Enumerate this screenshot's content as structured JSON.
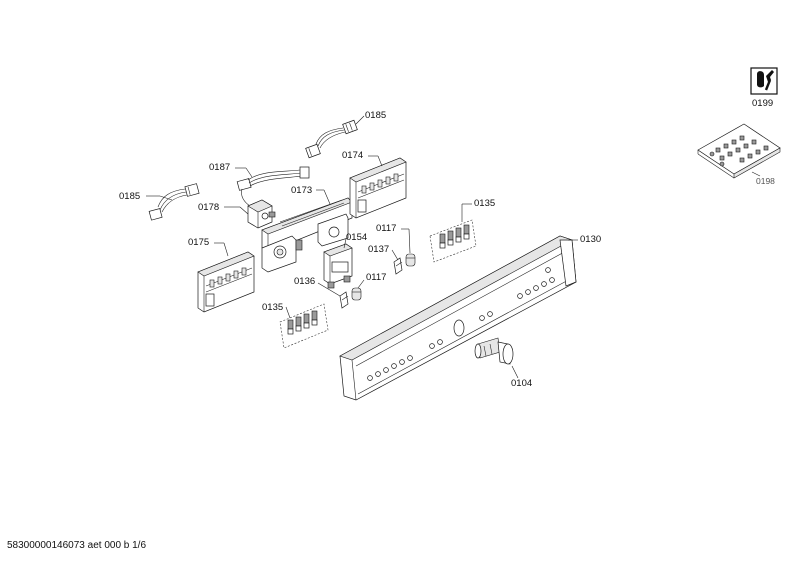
{
  "labels": {
    "p0185a": "0185",
    "p0185b": "0185",
    "p0187": "0187",
    "p0174": "0174",
    "p0173": "0173",
    "p0178": "0178",
    "p0175": "0175",
    "p0154": "0154",
    "p0117a": "0117",
    "p0117b": "0117",
    "p0137": "0137",
    "p0136": "0136",
    "p0135a": "0135",
    "p0135b": "0135",
    "p0130": "0130",
    "p0104": "0104",
    "p0199": "0199",
    "p0198": "0198"
  },
  "footer": "58300000146073 aet 000 b 1/6"
}
